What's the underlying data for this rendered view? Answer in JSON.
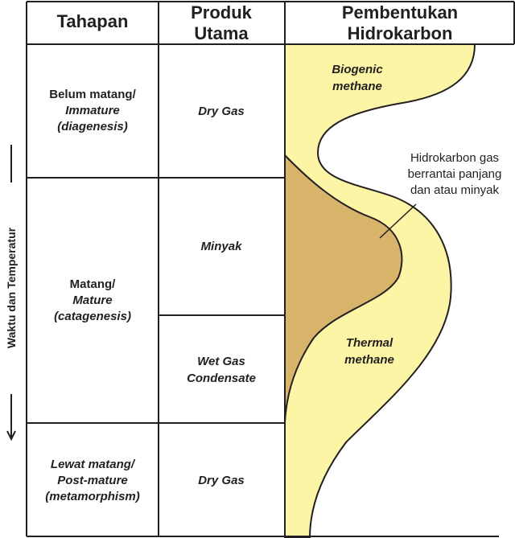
{
  "headers": {
    "stage": "Tahapan",
    "product": [
      "Produk",
      "Utama"
    ],
    "formation": [
      "Pembentukan",
      "Hidrokarbon"
    ]
  },
  "stages": {
    "immature": {
      "line1": "Belum matang/",
      "line2": "Immature",
      "line3": "(diagenesis)"
    },
    "mature": {
      "line1": "Matang/",
      "line2": "Mature",
      "line3": "(catagenesis)"
    },
    "postmature": {
      "line1": "Lewat matang/",
      "line2": "Post-mature",
      "line3": "(metamorphism)"
    }
  },
  "products": {
    "dry_gas_top": "Dry Gas",
    "oil": "Minyak",
    "wet_gas": [
      "Wet Gas",
      "Condensate"
    ],
    "dry_gas_bottom": "Dry Gas"
  },
  "formation_labels": {
    "biogenic": [
      "Biogenic",
      "methane"
    ],
    "thermal": [
      "Thermal",
      "methane"
    ],
    "callout": [
      "Hidrokarbon gas",
      "berrantai panjang",
      "dan atau minyak"
    ]
  },
  "side_axis_label": "Waktu dan Temperatur",
  "colors": {
    "methane_fill": "#fdf5a6",
    "oil_fill": "#d8b46a",
    "line": "#231f20"
  }
}
